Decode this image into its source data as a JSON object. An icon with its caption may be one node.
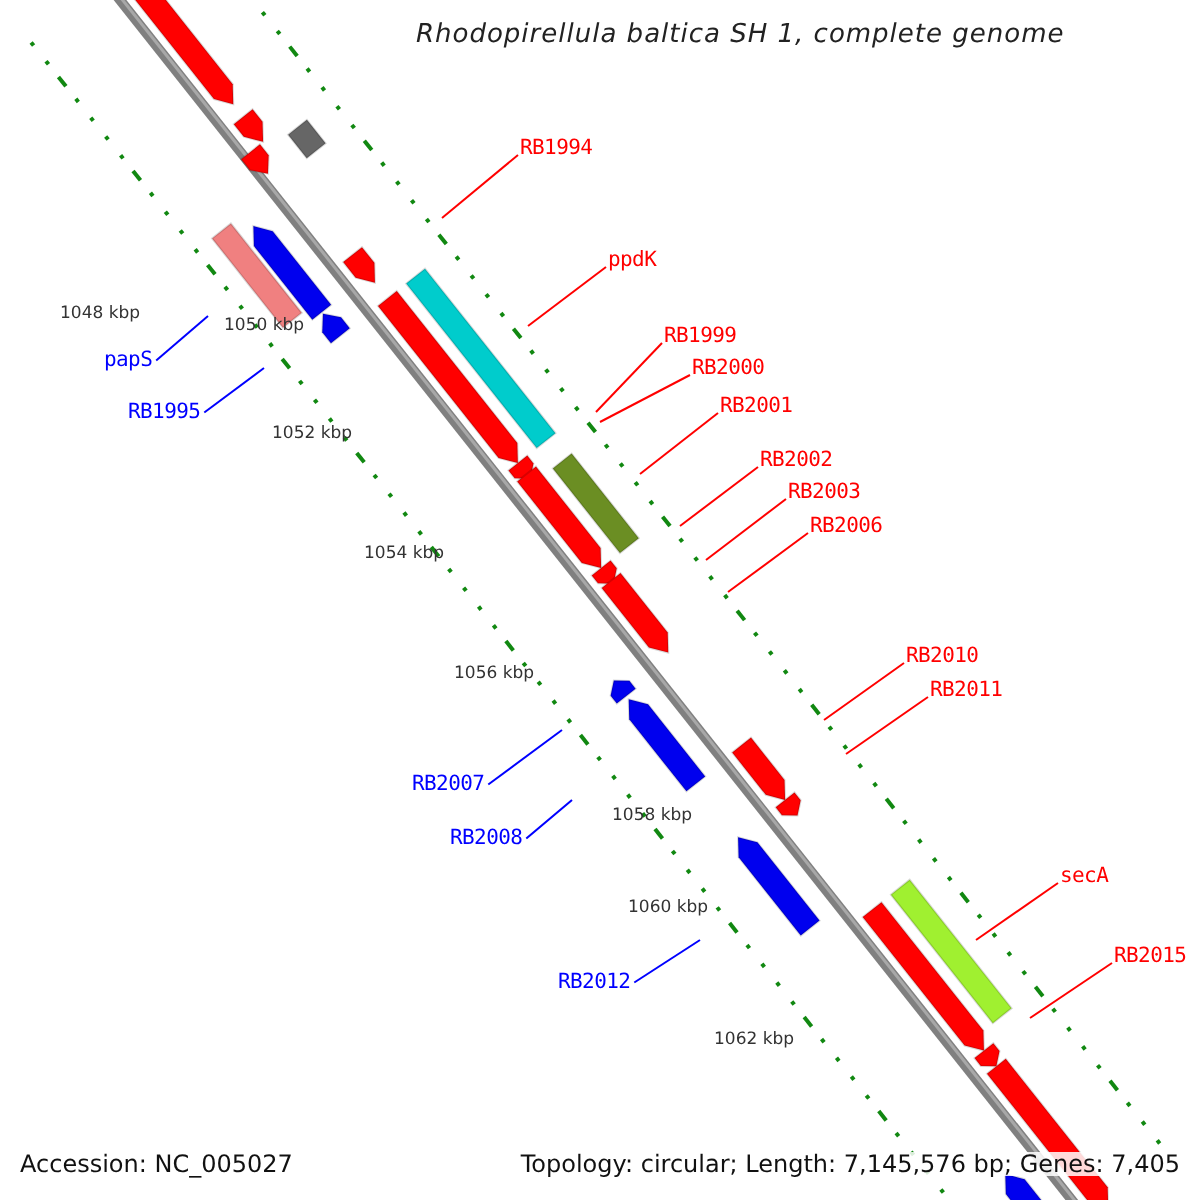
{
  "diagram": {
    "title": "Rhodopirellula baltica SH 1, complete genome",
    "nodes": [
      {
        "text": [
          "RB1994"
        ]
      },
      {
        "text": [
          "ppdK"
        ]
      },
      {
        "text": [
          "RB1999"
        ]
      },
      {
        "text": [
          "RB2000"
        ]
      },
      {
        "text": [
          "RB2001"
        ]
      },
      {
        "text": [
          "RB2002"
        ]
      },
      {
        "text": [
          "RB2003"
        ]
      },
      {
        "text": [
          "RB2006"
        ]
      },
      {
        "text": [
          "RB2010"
        ]
      },
      {
        "text": [
          "RB2011"
        ]
      },
      {
        "text": [
          "secA"
        ]
      },
      {
        "text": [
          "RB2015"
        ]
      },
      {
        "text": [
          "papS"
        ]
      },
      {
        "text": [
          "RB1995"
        ]
      },
      {
        "text": [
          "RB2007"
        ]
      },
      {
        "text": [
          "RB2008"
        ]
      },
      {
        "text": [
          "RB2012"
        ]
      }
    ],
    "edges": [
      {
        "from": 0,
        "to": null,
        "arrow": "none"
      },
      {
        "from": 1,
        "to": null,
        "arrow": "none"
      },
      {
        "from": 2,
        "to": null,
        "arrow": "none"
      },
      {
        "from": 3,
        "to": null,
        "arrow": "none"
      },
      {
        "from": 4,
        "to": null,
        "arrow": "none"
      },
      {
        "from": 5,
        "to": null,
        "arrow": "none"
      },
      {
        "from": 6,
        "to": null,
        "arrow": "none"
      },
      {
        "from": 7,
        "to": null,
        "arrow": "none"
      },
      {
        "from": 8,
        "to": null,
        "arrow": "none"
      },
      {
        "from": 9,
        "to": null,
        "arrow": "none"
      },
      {
        "from": 10,
        "to": null,
        "arrow": "none"
      },
      {
        "from": 11,
        "to": null,
        "arrow": "none"
      },
      {
        "from": 12,
        "to": null,
        "arrow": "none",
        "color": "#0000ff"
      },
      {
        "from": 13,
        "to": null,
        "arrow": "none",
        "color": "#0000ff"
      },
      {
        "from": 14,
        "to": null,
        "arrow": "none",
        "color": "#0000ff"
      },
      {
        "from": 15,
        "to": null,
        "arrow": "none",
        "color": "#0000ff"
      },
      {
        "from": 16,
        "to": null,
        "arrow": "none",
        "color": "#0000ff"
      }
    ],
    "labels": [
      "1048 kbp",
      "1050 kbp",
      "1052 kbp",
      "1054 kbp",
      "1056 kbp",
      "1058 kbp",
      "1060 kbp",
      "1062 kbp",
      "Accession: NC_005027",
      "Topology: circular; Length: 7,145,576 bp; Genes: 7,405"
    ]
  }
}
